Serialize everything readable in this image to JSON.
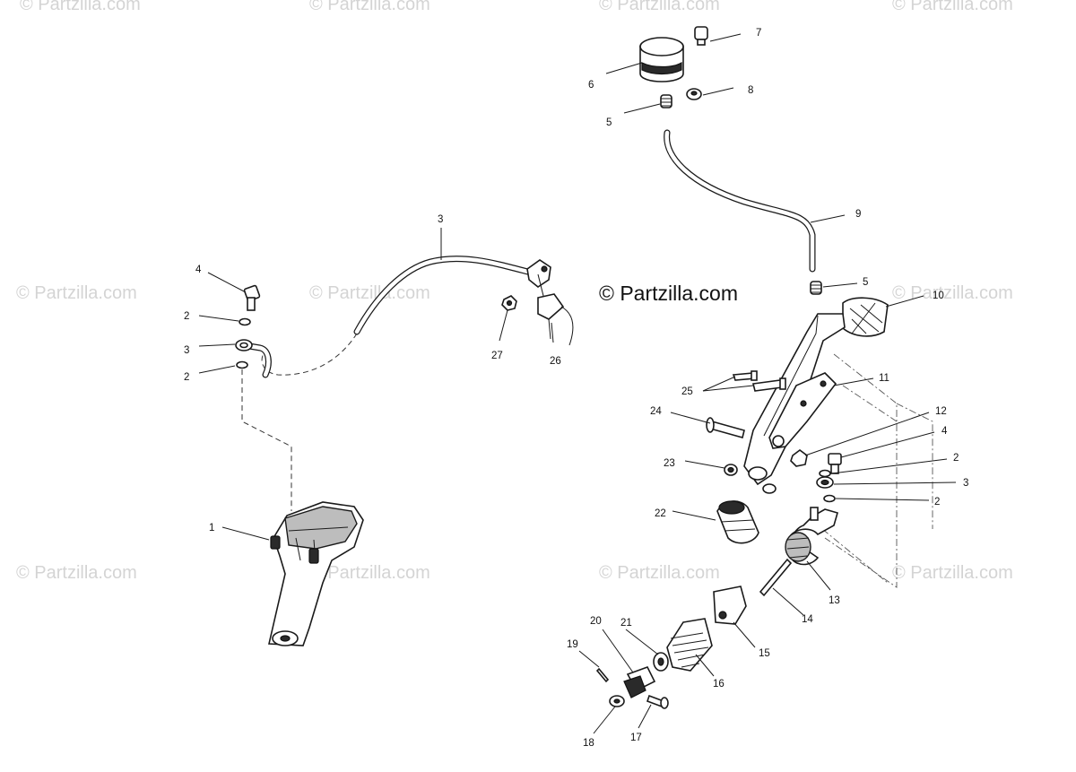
{
  "watermarks": [
    {
      "text": "© Partzilla.com"
    },
    {
      "text": "© Partzilla.com"
    },
    {
      "text": "© Partzilla.com"
    },
    {
      "text": "© Partzilla.com"
    },
    {
      "text": "© Partzilla.com"
    },
    {
      "text": "© Partzilla.com"
    },
    {
      "text": "© Partzilla.com"
    },
    {
      "text": "© Partzilla.com"
    },
    {
      "text": "© Partzilla.com"
    },
    {
      "text": "© Partzilla.com"
    },
    {
      "text": "© Partzilla.com"
    }
  ],
  "center_watermark": "© Partzilla.com",
  "callouts": [
    "1",
    "2",
    "3",
    "2",
    "4",
    "3",
    "27",
    "26",
    "6",
    "7",
    "5",
    "8",
    "9",
    "5",
    "10",
    "25",
    "11",
    "24",
    "12",
    "4",
    "2",
    "3",
    "2",
    "23",
    "22",
    "13",
    "14",
    "15",
    "16",
    "21",
    "20",
    "19",
    "18",
    "17"
  ]
}
